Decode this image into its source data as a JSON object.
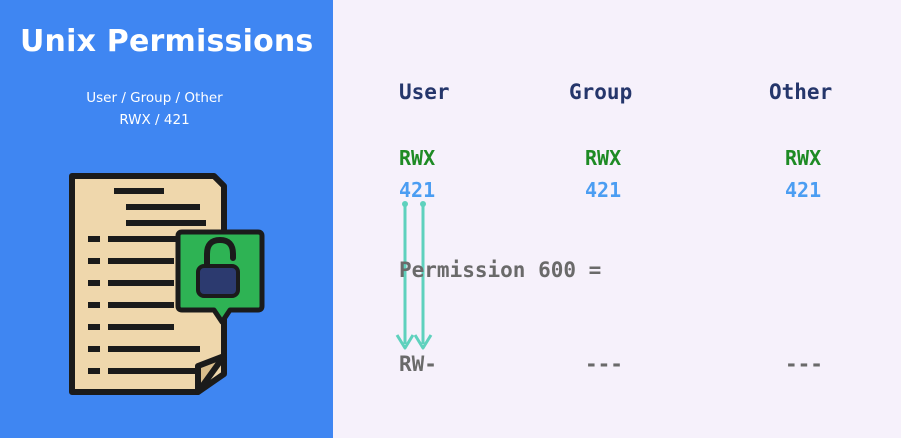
{
  "slide": {
    "title": "Unix Permissions",
    "subtitle_line1": "User / Group / Other",
    "subtitle_line2": "RWX / 421"
  },
  "columns": [
    {
      "header": "User",
      "letters": "RWX",
      "digits": "421",
      "result": "RW-"
    },
    {
      "header": "Group",
      "letters": "RWX",
      "digits": "421",
      "result": "---"
    },
    {
      "header": "Other",
      "letters": "RWX",
      "digits": "421",
      "result": "---"
    }
  ],
  "permission_label": "Permission 600 =",
  "icons": {
    "document": "document-icon",
    "padlock": "unlocked-padlock-icon",
    "arrows": "down-arrows-icon"
  },
  "colors": {
    "left_panel": "#3f86f2",
    "right_panel": "#f6f1fb",
    "header": "#25366b",
    "letters": "#1e8b24",
    "digits": "#4b9df2",
    "arrows": "#5ed1bd",
    "badge": "#2eb354",
    "paper": "#efd7ac"
  }
}
